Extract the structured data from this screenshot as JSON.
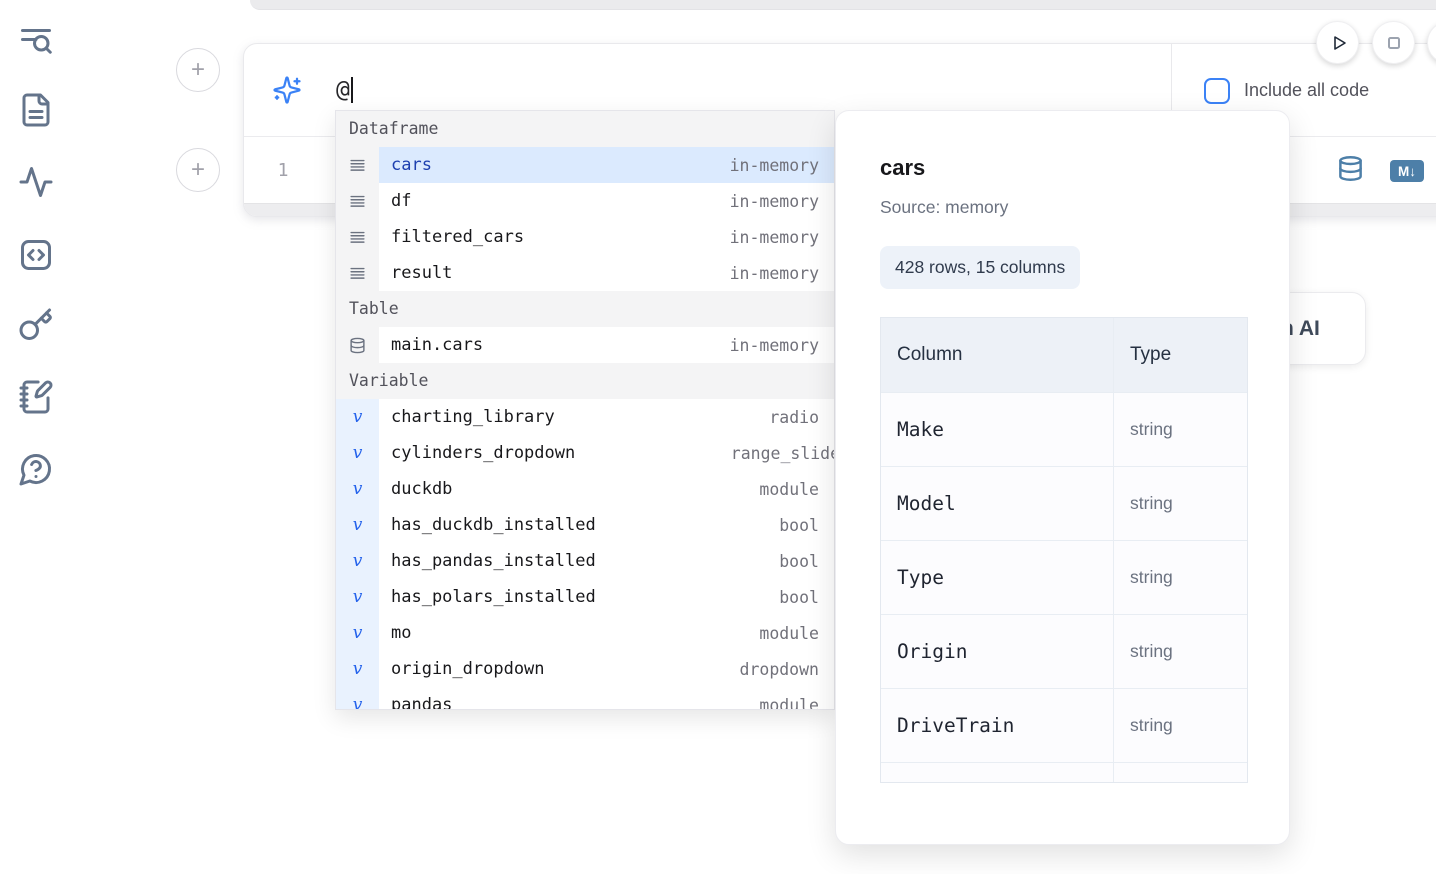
{
  "colors": {
    "accent_blue": "#3b82f6",
    "steel_blue": "#4d7fa8",
    "selection_bg": "#dbeafe",
    "selected_text": "#1e40af"
  },
  "sidebar": {
    "icons": [
      "text-search-icon",
      "file-text-icon",
      "activity-icon",
      "code-snippet-icon",
      "key-icon",
      "notebook-pen-icon",
      "help-chat-icon"
    ]
  },
  "controls": {
    "run_button_icon": "play-icon",
    "stop_button_icon": "stop-icon",
    "include_all_code_label": "Include all code"
  },
  "prompt": {
    "value": "@",
    "icon": "sparkles-icon"
  },
  "editor": {
    "line_number": "1",
    "add_cell_icon": "plus-icon"
  },
  "cell_toolbar": {
    "database_icon": "database-icon",
    "markdown_badge": "M↓"
  },
  "autocomplete": {
    "sections": [
      {
        "label": "Dataframe",
        "items": [
          {
            "name": "cars",
            "type": "in-memory",
            "icon": "dataframe-rows-icon",
            "selected": true
          },
          {
            "name": "df",
            "type": "in-memory",
            "icon": "dataframe-rows-icon"
          },
          {
            "name": "filtered_cars",
            "type": "in-memory",
            "icon": "dataframe-rows-icon"
          },
          {
            "name": "result",
            "type": "in-memory",
            "icon": "dataframe-rows-icon"
          }
        ]
      },
      {
        "label": "Table",
        "items": [
          {
            "name": "main.cars",
            "type": "in-memory",
            "icon": "database-icon"
          }
        ]
      },
      {
        "label": "Variable",
        "items": [
          {
            "name": "charting_library",
            "type": "radio",
            "icon": "variable-icon"
          },
          {
            "name": "cylinders_dropdown",
            "type": "range_slider",
            "icon": "variable-icon"
          },
          {
            "name": "duckdb",
            "type": "module",
            "icon": "variable-icon"
          },
          {
            "name": "has_duckdb_installed",
            "type": "bool",
            "icon": "variable-icon"
          },
          {
            "name": "has_pandas_installed",
            "type": "bool",
            "icon": "variable-icon"
          },
          {
            "name": "has_polars_installed",
            "type": "bool",
            "icon": "variable-icon"
          },
          {
            "name": "mo",
            "type": "module",
            "icon": "variable-icon"
          },
          {
            "name": "origin_dropdown",
            "type": "dropdown",
            "icon": "variable-icon"
          },
          {
            "name": "pandas",
            "type": "module",
            "icon": "variable-icon",
            "clipped": true
          }
        ]
      }
    ],
    "variable_glyph": "v"
  },
  "preview": {
    "title": "cars",
    "source": "Source: memory",
    "shape_badge": "428 rows, 15 columns",
    "table": {
      "headers": [
        "Column",
        "Type"
      ],
      "rows": [
        [
          "Make",
          "string"
        ],
        [
          "Model",
          "string"
        ],
        [
          "Type",
          "string"
        ],
        [
          "Origin",
          "string"
        ],
        [
          "DriveTrain",
          "string"
        ],
        [
          "",
          ""
        ]
      ]
    }
  },
  "ai_button": {
    "label_fragment": "h AI"
  }
}
